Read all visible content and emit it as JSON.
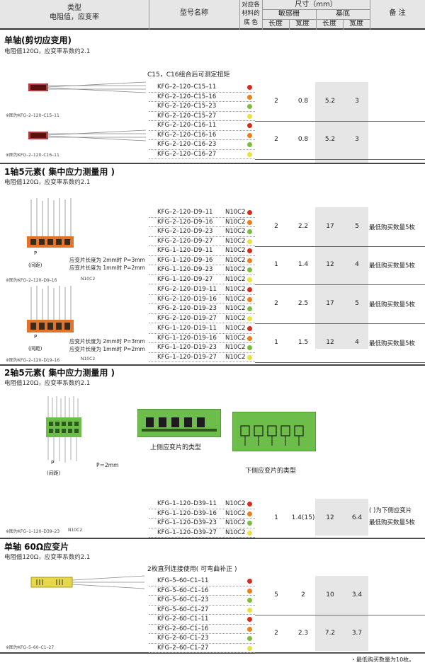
{
  "header": {
    "type": "类型",
    "resistance": "电阻值，应变率",
    "model": "型号名称",
    "base_material_1": "对应各",
    "base_material_2": "材料的",
    "base_material_3": "底 色",
    "dimensions": "尺寸（mm）",
    "grid": "敏感栅",
    "base": "基底",
    "length": "长度",
    "width": "宽度",
    "note": "备 注"
  },
  "colors": {
    "red": "#d92a1c",
    "orange": "#ee7d1a",
    "green": "#79bf3c",
    "yellow": "#e9e23a"
  },
  "sec1": {
    "title": "单轴(剪切应变用)",
    "sub": "电阻值120Ω，应变率系数约2.1",
    "combo": "C15，C16组合后可测定扭矩",
    "cap1": "※图为KFG–2–120–C15–11",
    "cap2": "※图为KFG–2–120–C16–11",
    "g1": {
      "rows": [
        "KFG–2–120–C15–11",
        "KFG–2–120–C15–16",
        "KFG–2–120–C15–23",
        "KFG–2–120–C15–27"
      ],
      "v": [
        "2",
        "0.8",
        "5.2",
        "3"
      ]
    },
    "g2": {
      "rows": [
        "KFG–2–120–C16–11",
        "KFG–2–120–C16–16",
        "KFG–2–120–C16–23",
        "KFG–2–120–C16–27"
      ],
      "v": [
        "2",
        "0.8",
        "5.2",
        "3"
      ]
    }
  },
  "sec2": {
    "title": "1轴5元素( 集中应力测量用 )",
    "sub": "电阻值120Ω，应变率系数约2.1",
    "p": "P",
    "pitch": "(间距)",
    "pt1": "应变片长度为 2mm时 P=3mm",
    "pt2": "应变片长度为 1mm时 P=2mm",
    "cap1": "※图为KFG–2–120–D9–16",
    "cap2": "※图为KFG–2–120–D19–16",
    "n10c2": "N10C2",
    "mark": "N10C2",
    "minbuy": "最低购买数量5枚",
    "g1": {
      "rows": [
        "KFG–2–120–D9–11",
        "KFG–2–120–D9–16",
        "KFG–2–120–D9–23",
        "KFG–2–120–D9–27"
      ],
      "v": [
        "2",
        "2.2",
        "17",
        "5"
      ]
    },
    "g2": {
      "rows": [
        "KFG–1–120–D9–11",
        "KFG–1–120–D9–16",
        "KFG–1–120–D9–23",
        "KFG–1–120–D9–27"
      ],
      "v": [
        "1",
        "1.4",
        "12",
        "4"
      ]
    },
    "g3": {
      "rows": [
        "KFG–2–120–D19–11",
        "KFG–2–120–D19–16",
        "KFG–2–120–D19–23",
        "KFG–2–120–D19–27"
      ],
      "v": [
        "2",
        "2.5",
        "17",
        "5"
      ]
    },
    "g4": {
      "rows": [
        "KFG–1–120–D19–11",
        "KFG–1–120–D19–16",
        "KFG–1–120–D19–23",
        "KFG–1–120–D19–27"
      ],
      "v": [
        "1",
        "1.5",
        "12",
        "4"
      ]
    }
  },
  "sec3": {
    "title": "2轴5元素( 集中应力测量用 )",
    "sub": "电阻值120Ω，应变率系数约2.1",
    "p": "P",
    "pitch": "(间距)",
    "peq": "P＝2mm",
    "upper": "上侧应变片的类型",
    "lower": "下侧应变片的类型",
    "cap": "※图为KFG–1–120–D39–23",
    "n10c2": "N10C2",
    "mark": "N10C2",
    "note1": "(      )为下侧应变片",
    "note2": "最低购买数量5枚",
    "g1": {
      "rows": [
        "KFG–1–120–D39–11",
        "KFG–1–120–D39–16",
        "KFG–1–120–D39–23",
        "KFG–1–120–D39–27"
      ],
      "v": [
        "1",
        "1.4(15)",
        "12",
        "6.4"
      ]
    }
  },
  "sec4": {
    "title": "单轴 60Ω应变片",
    "sub": "电阻值120Ω，应变率系数约2.1",
    "series": "2枚直列连接使用( 可弯曲补正 )",
    "cap": "※图为KFG–5–60–C1–27",
    "g1": {
      "rows": [
        "KFG–5–60–C1–11",
        "KFG–5–60–C1–16",
        "KFG–5–60–C1–23",
        "KFG–5–60–C1–27"
      ],
      "v": [
        "5",
        "2",
        "10",
        "3.4"
      ]
    },
    "g2": {
      "rows": [
        "KFG–2–60–C1–11",
        "KFG–2–60–C1–16",
        "KFG–2–60–C1–23",
        "KFG–2–60–C1–27"
      ],
      "v": [
        "2",
        "2.3",
        "7.2",
        "3.7"
      ]
    }
  },
  "footer": "・最低购买数量为10枚。"
}
